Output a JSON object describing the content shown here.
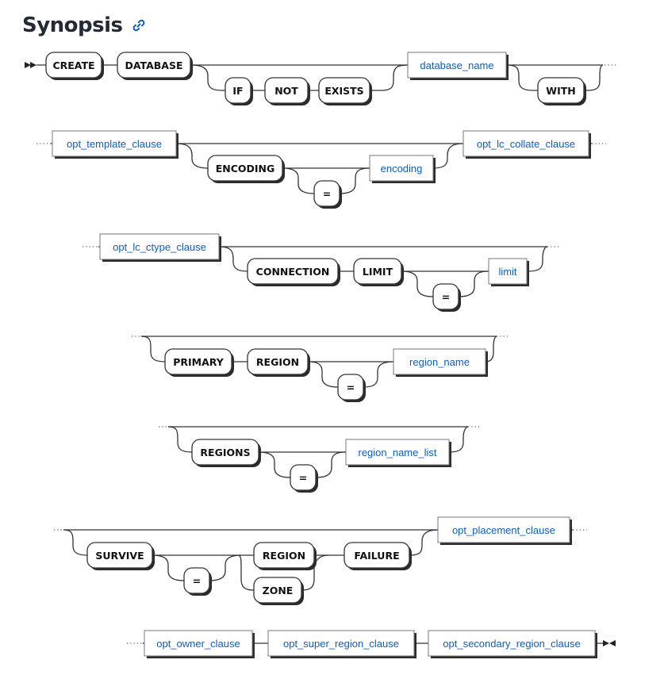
{
  "heading": {
    "title": "Synopsis"
  },
  "diagram": {
    "keywords": {
      "create": "CREATE",
      "database": "DATABASE",
      "if": "IF",
      "not": "NOT",
      "exists": "EXISTS",
      "with": "WITH",
      "encoding": "ENCODING",
      "equals": "=",
      "connection": "CONNECTION",
      "limit": "LIMIT",
      "primary": "PRIMARY",
      "region": "REGION",
      "regions": "REGIONS",
      "survive": "SURVIVE",
      "zone": "ZONE",
      "failure": "FAILURE"
    },
    "nonterminals": {
      "database_name": "database_name",
      "opt_template_clause": "opt_template_clause",
      "encoding": "encoding",
      "opt_lc_collate_clause": "opt_lc_collate_clause",
      "opt_lc_ctype_clause": "opt_lc_ctype_clause",
      "limit": "limit",
      "region_name": "region_name",
      "region_name_list": "region_name_list",
      "opt_placement_clause": "opt_placement_clause",
      "opt_owner_clause": "opt_owner_clause",
      "opt_super_region_clause": "opt_super_region_clause",
      "opt_secondary_region_clause": "opt_secondary_region_clause"
    }
  },
  "colors": {
    "heading": "#242a35",
    "link": "#0b5bd1",
    "line": "#333333"
  },
  "icons": {
    "anchor": "link-icon",
    "start": "diagram-start-icon",
    "end": "diagram-end-icon"
  }
}
